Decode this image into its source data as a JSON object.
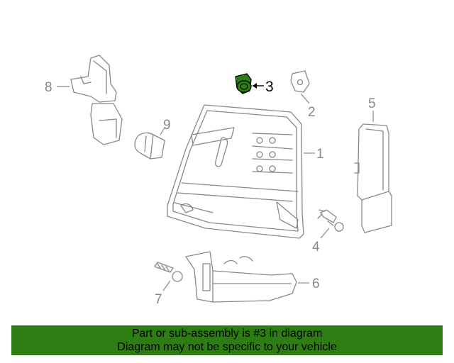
{
  "callouts": {
    "c1": "1",
    "c2": "2",
    "c3": "3",
    "c4": "4",
    "c5": "5",
    "c6": "6",
    "c7": "7",
    "c8": "8",
    "c9": "9"
  },
  "highlight_part": "3",
  "highlight_color": "#2e7d14",
  "banner": {
    "line1": "Part or sub-assembly is #3 in diagram",
    "line2": "Diagram may not be specific to your vehicle",
    "color": "#2e7d14"
  }
}
